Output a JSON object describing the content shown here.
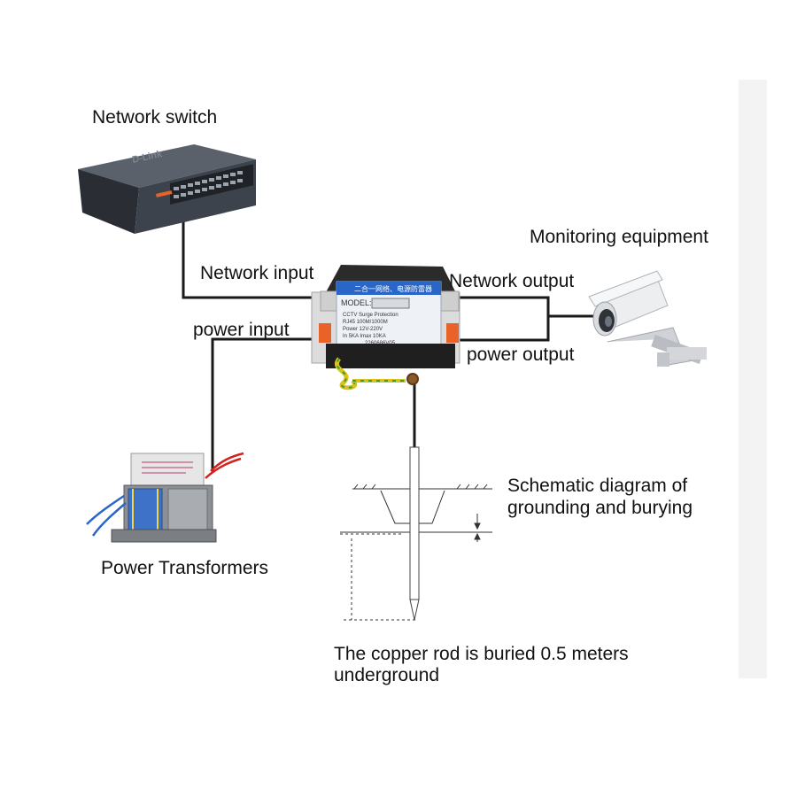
{
  "labels": {
    "network_switch": "Network switch",
    "monitoring_equipment": "Monitoring equipment",
    "network_input": "Network input",
    "network_output": "Network output",
    "power_input": "power input",
    "power_output": "power output",
    "power_transformers": "Power Transformers",
    "schematic_line1": "Schematic diagram of",
    "schematic_line2": "grounding and burying",
    "copper_rod_line1": "The copper rod is buried 0.5 meters",
    "copper_rod_line2": "underground"
  },
  "device": {
    "model_label": "MODEL:",
    "spec_lines": [
      "CCTV Surge Protection",
      "RJ45 100M/1000M",
      "Power 12V-220V",
      "In 5KA Imax 10KA"
    ],
    "serial": "2260686V05"
  },
  "colors": {
    "wire": "#1a1a1a",
    "ground_wire_yellow": "#d8c21e",
    "ground_wire_green": "#3c9a3c",
    "terminal_orange": "#e8622a",
    "transformer_lead_red": "#d2221d",
    "transformer_lead_blue": "#2a66c8",
    "switch_body": "#3d434c"
  }
}
